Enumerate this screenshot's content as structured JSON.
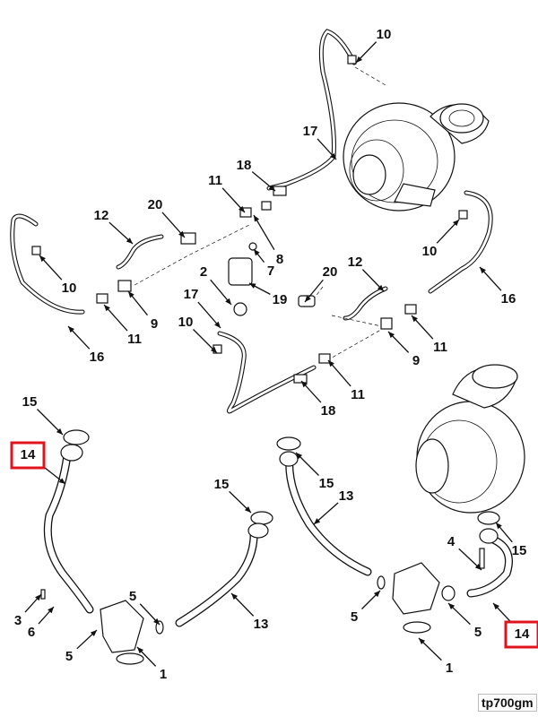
{
  "diagram": {
    "callouts": [
      "10",
      "17",
      "18",
      "11",
      "20",
      "12",
      "8",
      "7",
      "10",
      "16",
      "10",
      "9",
      "11",
      "16",
      "2",
      "19",
      "20",
      "12",
      "11",
      "9",
      "11",
      "18",
      "17",
      "10",
      "15",
      "14",
      "15",
      "13",
      "15",
      "13",
      "5",
      "1",
      "5",
      "3",
      "6",
      "4",
      "15",
      "5",
      "5",
      "14",
      "1"
    ],
    "highlighted_callouts": [
      25,
      39
    ],
    "highlight_color": "#e0141e",
    "figure_tag": "tp700gm"
  }
}
